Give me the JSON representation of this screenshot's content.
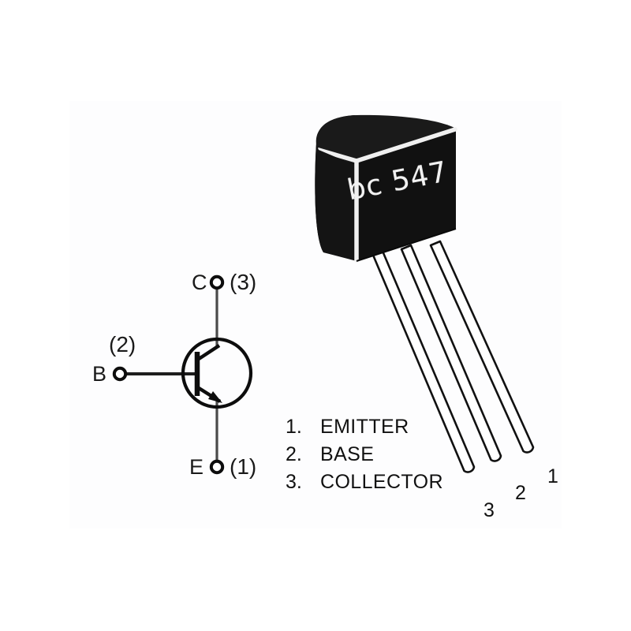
{
  "image": {
    "kind": "transistor-pinout-illustration",
    "background_color": "#ffffff",
    "ink_color": "#111111",
    "body_color": "#111111",
    "highlight_color": "#f2f2f2"
  },
  "device": {
    "part_marking": "bc 547",
    "package_style": "TO-92",
    "body_label_color": "#f2f2f2"
  },
  "schematic": {
    "type": "npn-bipolar-transistor",
    "terminals": [
      {
        "letter": "C",
        "pin": "(3)",
        "name": "collector"
      },
      {
        "letter": "B",
        "pin": "(2)",
        "name": "base"
      },
      {
        "letter": "E",
        "pin": "(1)",
        "name": "emitter"
      }
    ],
    "collector_letter": "C",
    "collector_pin": "(3)",
    "base_letter": "B",
    "base_pin": "(2)",
    "emitter_letter": "E",
    "emitter_pin": "(1)"
  },
  "legend": {
    "rows": [
      {
        "num": "1.",
        "name": "EMITTER"
      },
      {
        "num": "2.",
        "name": "BASE"
      },
      {
        "num": "3.",
        "name": "COLLECTOR"
      }
    ]
  },
  "leads": {
    "labels": [
      {
        "text": "3"
      },
      {
        "text": "2"
      },
      {
        "text": "1"
      }
    ]
  }
}
